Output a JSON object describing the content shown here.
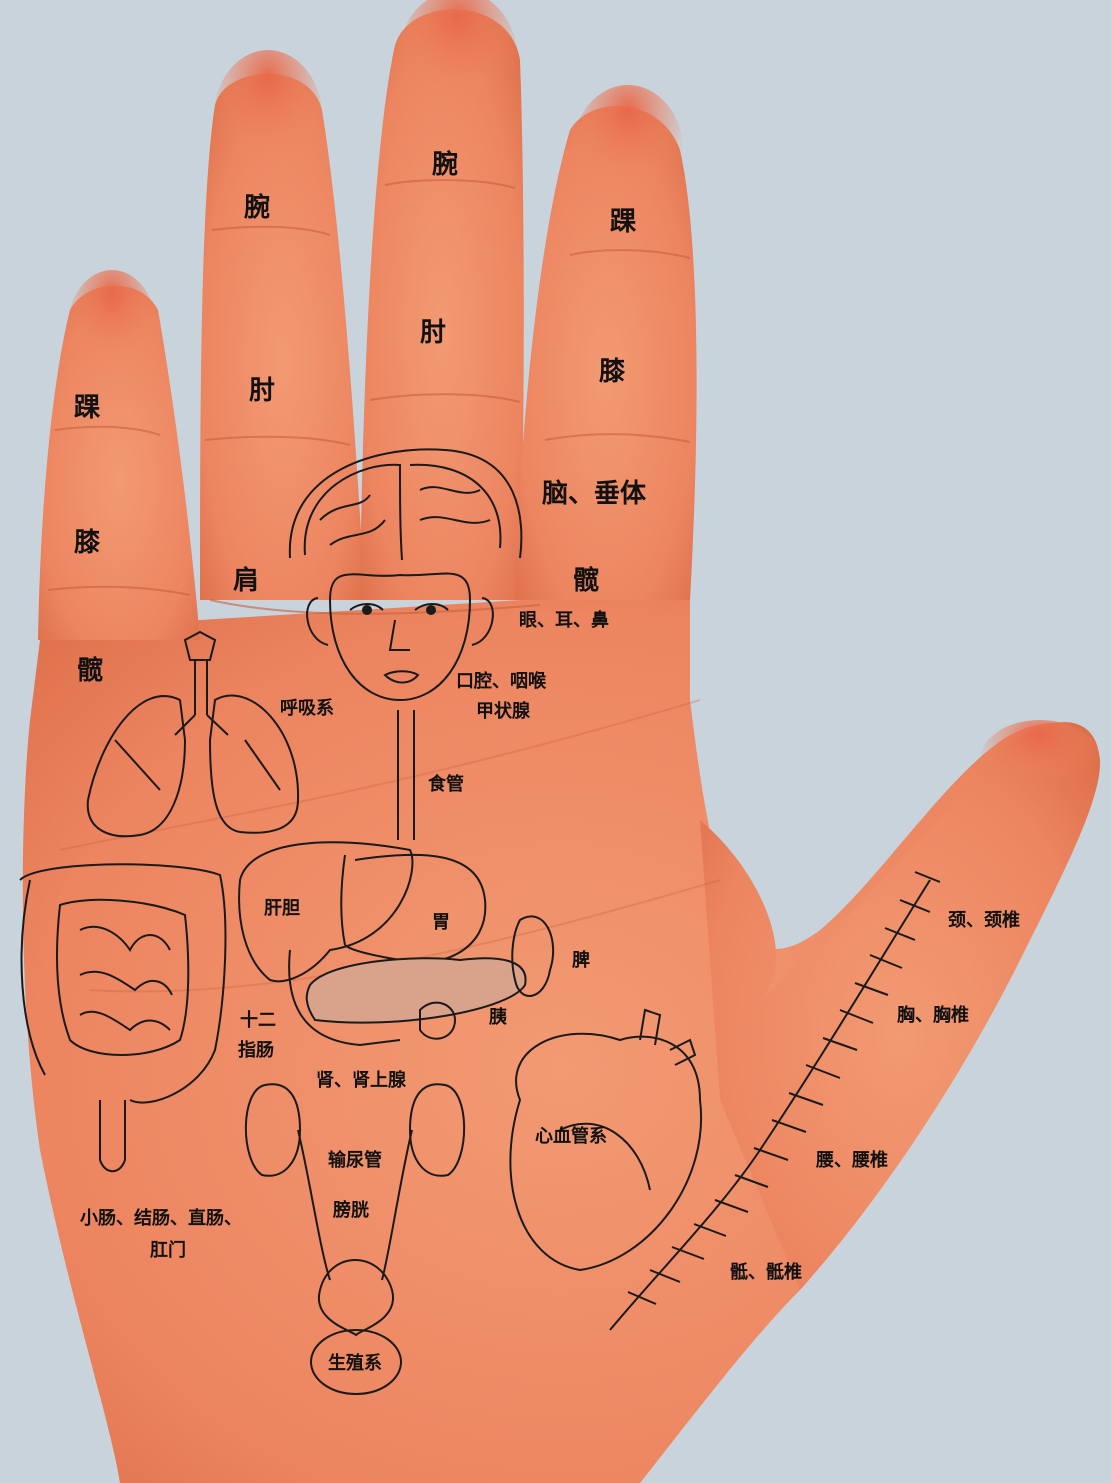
{
  "labels": {
    "pinky_ankle": "踝",
    "pinky_knee": "膝",
    "pinky_hip": "髋",
    "ring_wrist": "腕",
    "ring_elbow": "肘",
    "ring_shoulder": "肩",
    "middle_wrist": "腕",
    "middle_elbow": "肘",
    "index_ankle": "踝",
    "index_knee": "膝",
    "index_brain": "脑、垂体",
    "index_hip": "髋",
    "eye_ear_nose": "眼、耳、鼻",
    "mouth_throat": "口腔、咽喉",
    "thyroid": "甲状腺",
    "respiratory": "呼吸系",
    "esophagus": "食管",
    "liver_gallbladder": "肝胆",
    "stomach": "胃",
    "spleen": "脾",
    "pancreas": "胰",
    "duodenum_1": "十二",
    "duodenum_2": "指肠",
    "kidney_adrenal": "肾、肾上腺",
    "ureter": "输尿管",
    "bladder": "膀胱",
    "reproductive": "生殖系",
    "intestines_1": "小肠、结肠、直肠、",
    "intestines_2": "肛门",
    "cardiovascular": "心血管系",
    "neck_cervical": "颈、颈椎",
    "chest_thoracic": "胸、胸椎",
    "waist_lumbar": "腰、腰椎",
    "sacrum": "骶、骶椎"
  },
  "colors": {
    "background": "#c9d3dc",
    "skin": "#ee8a62",
    "skin_light": "#f4a783",
    "skin_dark": "#d86a45",
    "line": "#1a1a1a"
  }
}
